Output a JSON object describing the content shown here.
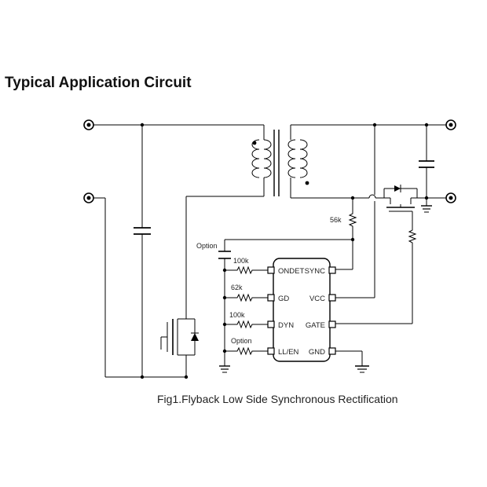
{
  "title": "Typical Application Circuit",
  "caption": "Fig1.Flyback Low Side Synchronous Rectification",
  "ic": {
    "left_pins": [
      "ONDET",
      "GD",
      "DYN",
      "LL/EN"
    ],
    "right_pins": [
      "SYNC",
      "VCC",
      "GATE",
      "GND"
    ]
  },
  "labels": {
    "r_ondet": "100k",
    "r_gd": "62k",
    "r_dyn": "100k",
    "r_llen": "Option",
    "cap_option": "Option",
    "r_sync": "56k"
  }
}
